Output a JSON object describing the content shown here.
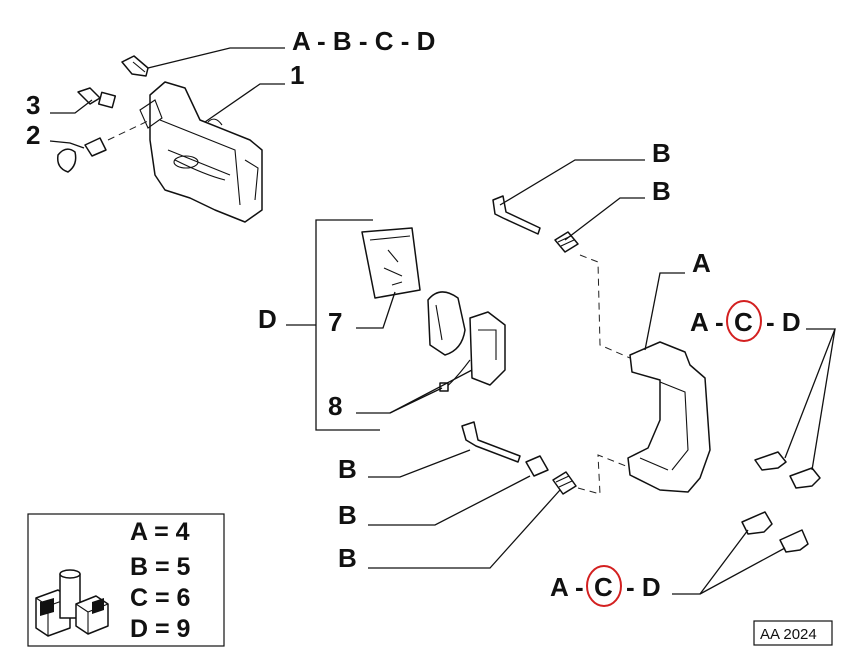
{
  "callouts": {
    "top_kit": "A - B - C - D",
    "item_1": "1",
    "item_2": "2",
    "item_3": "3",
    "b_top_1": "B",
    "b_top_2": "B",
    "a_bracket": "A",
    "acd_right_a": "A -",
    "acd_right_c": "C",
    "acd_right_d": "- D",
    "d_group": "D",
    "item_7": "7",
    "item_8": "8",
    "b_low_1": "B",
    "b_low_2": "B",
    "b_low_3": "B",
    "acd_bottom_a": "A -",
    "acd_bottom_c": "C",
    "acd_bottom_d": "- D"
  },
  "legend": {
    "rows": [
      "A = 4",
      "B = 5",
      "C = 6",
      "D = 9"
    ]
  },
  "reference": "AA 2024",
  "colors": {
    "line": "#111111",
    "highlight_circle": "#d32020"
  }
}
